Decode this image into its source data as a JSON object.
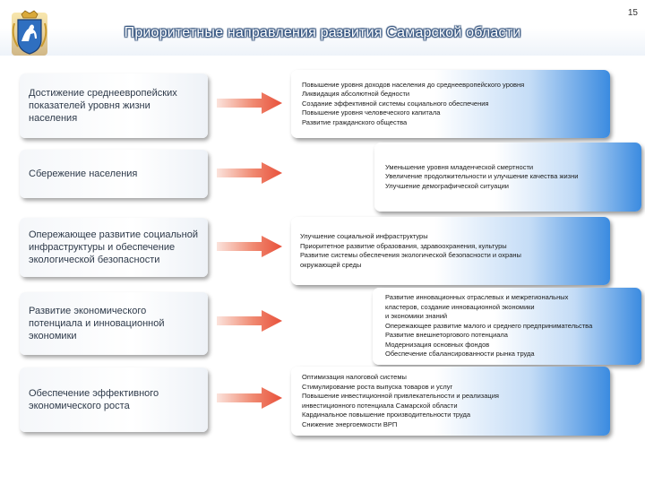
{
  "page_number": "15",
  "title": "Приоритетные направления развития Самарской области",
  "emblem_icon": "samara-region-coat-of-arms",
  "arrow_color": "#e8503a",
  "accent_blue": "#3b8be0",
  "directions": [
    {
      "label": "Достижение среднеевропейских показателей уровня жизни населения",
      "goals": [
        "Повышение уровня доходов населения до среднеевропейского уровня",
        "Ликвидация абсолютной бедности",
        "Создание эффективной системы социального обеспечения",
        "Повышение уровня человеческого капитала",
        "Развитие гражданского общества"
      ]
    },
    {
      "label": "Сбережение населения",
      "goals": [
        "Уменьшение уровня младенческой смертности",
        "Увеличение продолжительности и улучшение качества жизни",
        "Улучшение демографической ситуации"
      ]
    },
    {
      "label": "Опережающее развитие социальной инфраструктуры и обеспечение экологической безопасности",
      "goals": [
        "Улучшение социальной инфраструктуры",
        "Приоритетное развитие образования, здравоохранения, культуры",
        "Развитие системы обеспечения экологической безопасности и охраны",
        "окружающей среды"
      ]
    },
    {
      "label": "Развитие экономического потенциала и инновационной экономики",
      "goals": [
        "Развитие инновационных отраслевых и межрегиональных",
        "кластеров, создание инновационной экономики",
        "и экономики знаний",
        "Опережающее развитие малого и среднего предпринимательства",
        "Развитие внешнеторгового потенциала",
        "Модернизация основных фондов",
        "Обеспечение сбалансированности рынка труда"
      ]
    },
    {
      "label": "Обеспечение эффективного экономического роста",
      "goals": [
        "Оптимизация налоговой системы",
        "Стимулирование роста выпуска товаров и услуг",
        "Повышение инвестиционной привлекательности и реализация",
        "инвестиционного потенциала Самарской области",
        "Кардинальное повышение производительности труда",
        "Снижение энергоемкости ВРП"
      ]
    }
  ]
}
